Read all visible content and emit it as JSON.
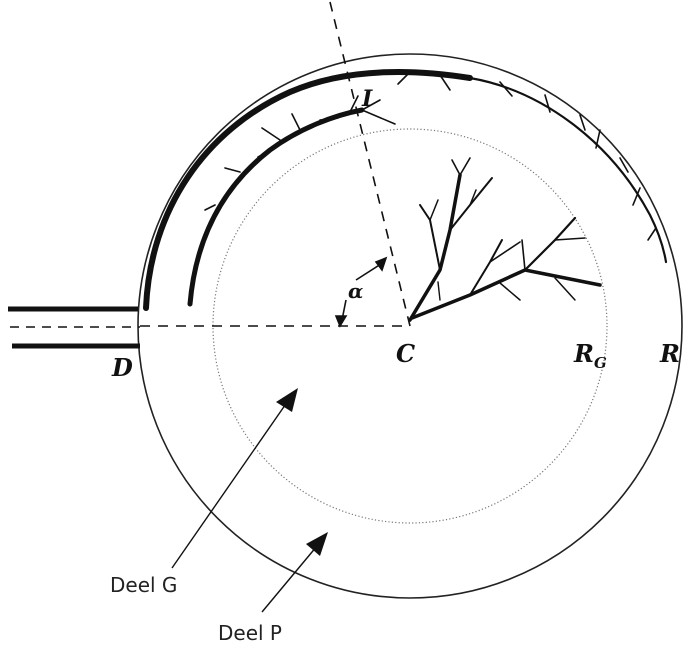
{
  "labels": {
    "I": "I",
    "alpha": "α",
    "C": "C",
    "D": "D",
    "RG_main": "R",
    "RG_sub": "G",
    "R": "R",
    "deel_g": "Deel G",
    "deel_p": "Deel P"
  },
  "colors": {
    "ink": "#111111",
    "thin_circle": "#888888",
    "background": "#ffffff"
  }
}
